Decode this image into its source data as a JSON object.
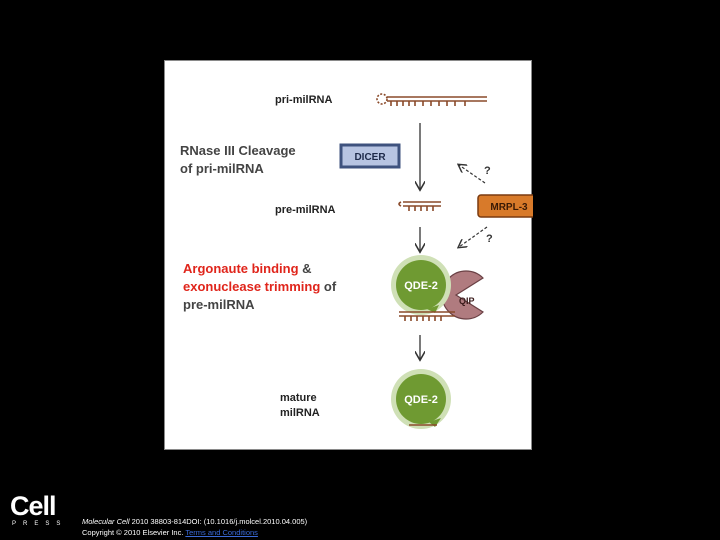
{
  "diagram": {
    "pri_label": "pri-milRNA",
    "rnase_line1": "RNase III Cleavage",
    "rnase_line2": "of pri-milRNA",
    "dicer": "DICER",
    "q1": "?",
    "pre_label": "pre-milRNA",
    "mrpl": "MRPL-3",
    "q2": "?",
    "ago_line1_red": "Argonaute binding",
    "ago_line1_amp": " &",
    "ago_line2_red": "exonuclease trimming",
    "ago_line2_of": " of",
    "ago_line3": "pre-milRNA",
    "qde_top": "QDE-2",
    "qip": "QIP",
    "mature_line1": "mature",
    "mature_line2": "milRNA",
    "qde_bottom": "QDE-2"
  },
  "colors": {
    "red": "#e0251b",
    "rna": "#8a4a2a",
    "qde_fill": "#6f9a32",
    "qip_fill": "#b07b7f",
    "mrpl_fill": "#d87a2a",
    "dicer_fill": "#b7c4e2",
    "dicer_border": "#3e527e"
  },
  "footer": {
    "logo": "Cell",
    "press": "PRESS",
    "journal": "Molecular Cell",
    "citation": " 2010 38803-814DOI: (10.1016/j.molcel.2010.04.005)",
    "copyright": "Copyright © 2010 Elsevier Inc.",
    "terms": "Terms and Conditions"
  }
}
